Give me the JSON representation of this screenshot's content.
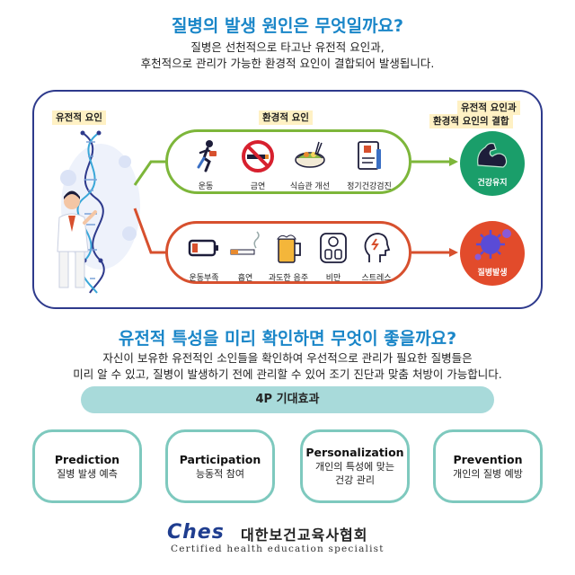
{
  "section1": {
    "title": "질병의 발생 원인은 무엇일까요?",
    "line1": "질병은 선천적으로 타고난 유전적 요인과,",
    "line2": "후천적으로 관리가 가능한 환경적 요인이 결합되어 발생됩니다."
  },
  "diagram": {
    "genetic_label": "유전적 요인",
    "env_label": "환경적 요인",
    "combo_label_1": "유전적 요인과",
    "combo_label_2": "환경적 요인의 결합",
    "good_items": [
      "운동",
      "금연",
      "식습관 개선",
      "정기건강검진"
    ],
    "bad_items": [
      "운동부족",
      "흡연",
      "과도한 음주",
      "비만",
      "스트레스"
    ],
    "good_result": "건강유지",
    "bad_result": "질병발생",
    "colors": {
      "good": "#7db63a",
      "bad": "#d7502e",
      "frame": "#2e3a8c",
      "good_circle": "#1a9e6a",
      "bad_circle": "#e24b2b"
    }
  },
  "section2": {
    "title": "유전적 특성을 미리 확인하면 무엇이 좋을까요?",
    "line1": "자신이 보유한 유전적인 소인들을 확인하여 우선적으로 관리가 필요한 질병들은",
    "line2": "미리 알 수 있고, 질병이 발생하기 전에 관리할 수 있어 조기 진단과 맞춤 처방이 가능합니다."
  },
  "banner": "4P 기대효과",
  "cards": [
    {
      "title": "Prediction",
      "desc": [
        "질병 발생 예측"
      ]
    },
    {
      "title": "Participation",
      "desc": [
        "능동적 참여"
      ]
    },
    {
      "title": "Personalization",
      "desc": [
        "개인의 특성에 맞는",
        "건강 관리"
      ]
    },
    {
      "title": "Prevention",
      "desc": [
        "개인의 질병 예방"
      ]
    }
  ],
  "logo": {
    "mark": "Ches",
    "name": "대한보건교육사협회",
    "english": "Certified health education specialist"
  }
}
